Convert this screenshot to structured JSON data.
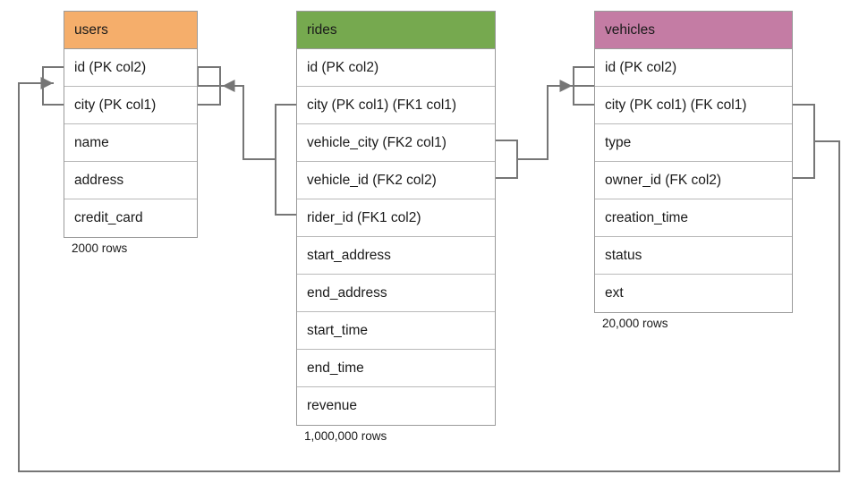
{
  "diagram": {
    "title": "database-schema-er-diagram",
    "line_color": "#767676",
    "border_color": "#9a9a9a",
    "tables": [
      {
        "id": "users",
        "name": "users",
        "header_color": "#f5ae6b",
        "row_count_label": "2000 rows",
        "columns": [
          {
            "label": "id (PK col2)"
          },
          {
            "label": "city (PK col1)"
          },
          {
            "label": "name"
          },
          {
            "label": "address"
          },
          {
            "label": "credit_card"
          }
        ]
      },
      {
        "id": "rides",
        "name": "rides",
        "header_color": "#76a94f",
        "row_count_label": "1,000,000 rows",
        "columns": [
          {
            "label": "id (PK col2)"
          },
          {
            "label": "city (PK col1) (FK1 col1)"
          },
          {
            "label": "vehicle_city (FK2 col1)"
          },
          {
            "label": "vehicle_id (FK2 col2)"
          },
          {
            "label": "rider_id (FK1 col2)"
          },
          {
            "label": "start_address"
          },
          {
            "label": "end_address"
          },
          {
            "label": "start_time"
          },
          {
            "label": "end_time"
          },
          {
            "label": "revenue"
          }
        ]
      },
      {
        "id": "vehicles",
        "name": "vehicles",
        "header_color": "#c47ca4",
        "row_count_label": "20,000 rows",
        "columns": [
          {
            "label": "id (PK col2)"
          },
          {
            "label": "city (PK col1) (FK col1)"
          },
          {
            "label": "type"
          },
          {
            "label": "owner_id (FK col2)"
          },
          {
            "label": "creation_time"
          },
          {
            "label": "status"
          },
          {
            "label": "ext"
          }
        ]
      }
    ],
    "relationships": [
      {
        "id": "fk1-rides-to-users",
        "from_table": "rides",
        "from_columns": [
          "city (PK col1) (FK1 col1)",
          "rider_id (FK1 col2)"
        ],
        "to_table": "users",
        "to_columns": [
          "city (PK col1)",
          "id (PK col2)"
        ]
      },
      {
        "id": "fk2-rides-to-vehicles",
        "from_table": "rides",
        "from_columns": [
          "vehicle_city (FK2 col1)",
          "vehicle_id (FK2 col2)"
        ],
        "to_table": "vehicles",
        "to_columns": [
          "city (PK col1) (FK col1)",
          "id (PK col2)"
        ]
      },
      {
        "id": "fk-vehicles-to-users",
        "from_table": "vehicles",
        "from_columns": [
          "city (PK col1) (FK col1)",
          "owner_id (FK col2)"
        ],
        "to_table": "users",
        "to_columns": [
          "city (PK col1)",
          "id (PK col2)"
        ]
      }
    ]
  }
}
